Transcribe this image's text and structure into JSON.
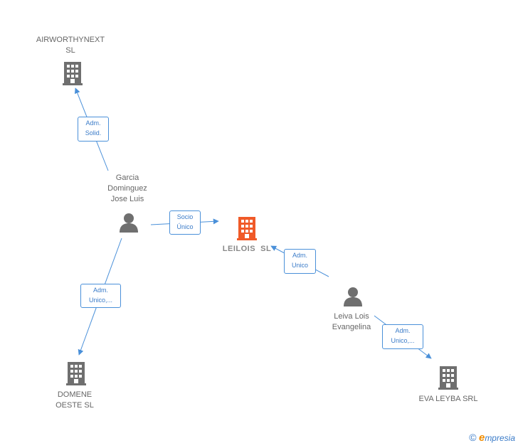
{
  "colors": {
    "edge": "#4a90d9",
    "building_default": "#6f6f6f",
    "building_focus": "#f05a28",
    "person": "#6f6f6f"
  },
  "nodes": {
    "airworthynext": {
      "line1": "AIRWORTHYNEXT",
      "line2": "SL",
      "icon": "building-icon"
    },
    "garcia": {
      "line1": "Garcia",
      "line2": "Dominguez",
      "line3": "Jose Luis",
      "icon": "person-icon"
    },
    "leilois": {
      "line1": "LEILOIS  SL",
      "icon": "building-icon"
    },
    "leiva": {
      "line1": "Leiva Lois",
      "line2": "Evangelina",
      "icon": "person-icon"
    },
    "domene": {
      "line1": "DOMENE",
      "line2": "OESTE SL",
      "icon": "building-icon"
    },
    "eva_leyba": {
      "line1": "EVA LEYBA SRL",
      "icon": "building-icon"
    }
  },
  "relations": {
    "adm_solid": {
      "line1": "Adm.",
      "line2": "Solid."
    },
    "socio_unico": {
      "line1": "Socio",
      "line2": "Único"
    },
    "adm_unico_leilois": {
      "line1": "Adm.",
      "line2": "Unico"
    },
    "adm_unico_domene": {
      "line1": "Adm.",
      "line2": "Unico,..."
    },
    "adm_unico_eva": {
      "line1": "Adm.",
      "line2": "Unico,..."
    }
  },
  "brand": {
    "copyright": "©",
    "e": "e",
    "rest": "mpresia"
  }
}
